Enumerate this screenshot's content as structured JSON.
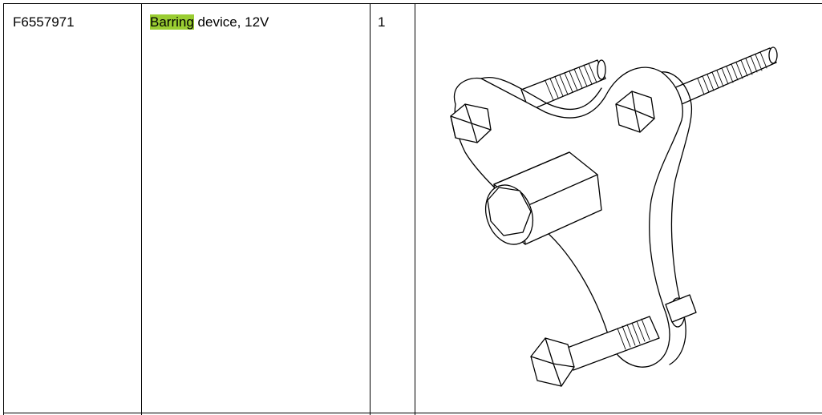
{
  "table": {
    "row": {
      "part_number": "F6557971",
      "description_highlight": "Barring",
      "description_rest": " device, 12V",
      "quantity": "1"
    },
    "illustration_icon": "barring-device-drawing"
  }
}
